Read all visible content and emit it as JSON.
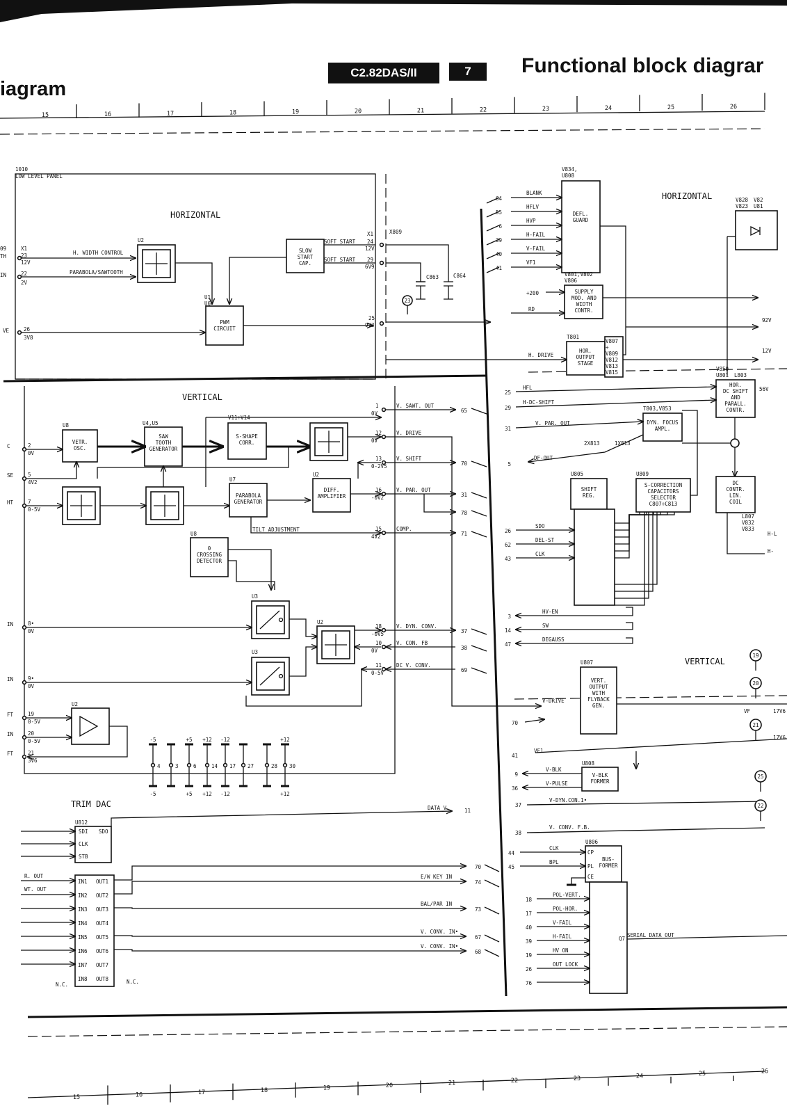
{
  "header": {
    "title_left": "iagram",
    "title_right": "Functional block diagrar",
    "model": "C2.82DAS/II",
    "page": "7"
  },
  "ruler_top": [
    "15",
    "16",
    "17",
    "18",
    "19",
    "20",
    "21",
    "22",
    "23",
    "24",
    "25",
    "26"
  ],
  "ruler_bottom": [
    "15",
    "16",
    "17",
    "18",
    "19",
    "20",
    "21",
    "22",
    "23",
    "24",
    "25",
    "26"
  ],
  "panel": {
    "number": "1010",
    "name": "LOW LEVEL PANEL"
  },
  "sections": {
    "horizontal": "HORIZONTAL",
    "vertical": "VERTICAL",
    "trim_dac": "TRIM DAC",
    "right_horizontal": "HORIZONTAL",
    "right_vertical": "VERTICAL"
  },
  "blocks": {
    "u2_h": "U2",
    "slow_start": [
      "SLOW",
      "START",
      "CAP."
    ],
    "u1u6": [
      "U1",
      "U6"
    ],
    "pwm": [
      "PWM",
      "CIRCUIT"
    ],
    "u8_top": "U8",
    "vetr_osc": [
      "VETR.",
      "OSC."
    ],
    "u4u5": "U4,U5",
    "saw_tooth": [
      "SAW",
      "TOOTH",
      "GENERATOR"
    ],
    "v11v14": "V11÷V14",
    "s_shape": [
      "S-SHAPE",
      "CORR."
    ],
    "u7": "U7",
    "parabola_gen": [
      "PARABOLA",
      "GENERATOR"
    ],
    "u2_diff": "U2",
    "diff_amp": [
      "DIFF.",
      "AMPLIFIER"
    ],
    "u8_zero": "U8",
    "zero_cross": [
      "0",
      "CROSSING",
      "DETECTOR"
    ],
    "u3a": "U3",
    "u3b": "U3",
    "u2_sum": "U2",
    "u2_buf": "U2",
    "u812": "U812",
    "defl_guard_ref": [
      "V834,",
      "U808"
    ],
    "defl_guard": [
      "DEFL.",
      "GUARD"
    ],
    "supply_ref": [
      "V801,V802",
      "V806"
    ],
    "supply": [
      "SUPPLY",
      "MOD. AND",
      "WIDTH",
      "CONTR."
    ],
    "t801": "T801",
    "hor_out": [
      "HOR.",
      "OUTPUT",
      "STAGE"
    ],
    "v807_list": [
      "V807",
      "÷",
      "V809",
      "V812",
      "V813",
      "V815"
    ],
    "hor_dc_ref": [
      "V850",
      "U801"
    ],
    "l803": "L803",
    "hor_dc": [
      "HOR.",
      "DC SHIFT",
      "AND",
      "PARALL.",
      "CONTR."
    ],
    "dyn_focus_ref": "T803,V853",
    "dyn_focus": [
      "DYN. FOCUS",
      "AMPL."
    ],
    "x813": [
      "2X813",
      "1X813"
    ],
    "u805": "U805",
    "shift_reg": [
      "SHIFT",
      "REG."
    ],
    "u809": "U809",
    "s_corr": [
      "S-CORRECTION",
      "CAPACITORS",
      "SELECTOR",
      "C807÷C813"
    ],
    "dc_contr": [
      "DC",
      "CONTR.",
      "LIN.",
      "COIL"
    ],
    "l807": [
      "L807",
      "V832",
      "V833"
    ],
    "u807": "U807",
    "vert_out": [
      "VERT.",
      "OUTPUT",
      "WITH",
      "FLYBACK",
      "GEN."
    ],
    "u808": "U808",
    "v_blk_former": [
      "V-BLK",
      "FORMER"
    ],
    "u806": "U806",
    "bus_former": [
      "BUS-",
      "FORMER"
    ],
    "v828": [
      "V828",
      "V823"
    ],
    "v82x": [
      "V82",
      "U81"
    ]
  },
  "horizontal_pins": {
    "x1": "X1",
    "x809": "X809",
    "left": [
      {
        "pin": "X1",
        "name": "09",
        "sub": "TH"
      },
      {
        "pin": "23",
        "name": "",
        "sub": "12V"
      },
      {
        "pin": "22",
        "name": "IN",
        "sub": "2V"
      },
      {
        "pin": "26",
        "name": "VE",
        "sub": "3V8"
      }
    ],
    "right": [
      {
        "pin": "24",
        "label": "SOFT START",
        "volt": "12V"
      },
      {
        "pin": "29",
        "label": "SOFT START",
        "volt": "6V9"
      },
      {
        "pin": "25",
        "label": "",
        "volt": "9V3"
      }
    ],
    "signals": [
      "H. WIDTH CONTROL",
      "PARABOLA/SAWTOOTH"
    ],
    "caps": [
      "C863",
      "C864"
    ],
    "marker": "23"
  },
  "vertical_right_pins": [
    {
      "pin": "1",
      "volt": "0V",
      "signal": "V. SAWT. OUT",
      "conn": "65"
    },
    {
      "pin": "12",
      "volt": "0V",
      "signal": "V. DRIVE",
      "conn": ""
    },
    {
      "pin": "13",
      "volt": "0-2V5",
      "signal": "V. SHIFT",
      "conn": "70"
    },
    {
      "pin": "16",
      "volt": "-0V2",
      "signal": "V. PAR. OUT",
      "conn": "31"
    },
    {
      "pin": "",
      "volt": "",
      "signal": "",
      "conn": "78"
    },
    {
      "pin": "15",
      "volt": "4V2",
      "signal": "COMP.",
      "conn": "71"
    },
    {
      "pin": "18",
      "volt": "-0V5",
      "signal": "V. DYN. CONV.",
      "conn": "37"
    },
    {
      "pin": "10",
      "volt": "0V",
      "signal": "V. CON. FB",
      "conn": "38"
    },
    {
      "pin": "11",
      "volt": "0-5V",
      "signal": "DC V. CONV.",
      "conn": "69"
    }
  ],
  "vertical_left_pins": [
    {
      "pin": "2",
      "name": "C",
      "volt": "0V"
    },
    {
      "pin": "5",
      "name": "SE",
      "volt": "4V2"
    },
    {
      "pin": "7",
      "name": "HT",
      "volt": "0-5V"
    },
    {
      "pin": "8•",
      "name": "IN",
      "volt": "0V"
    },
    {
      "pin": "9•",
      "name": "IN",
      "volt": "0V"
    },
    {
      "pin": "19",
      "name": "FT",
      "volt": "0-5V"
    },
    {
      "pin": "20",
      "name": "IN",
      "volt": "0-5V"
    },
    {
      "pin": "21",
      "name": "FT",
      "volt": "3V6"
    }
  ],
  "tilt": "TILT ADJUSTMENT",
  "supply_pins": [
    {
      "pin": "4",
      "top": "-5",
      "bottom": "-5"
    },
    {
      "pin": "3",
      "top": "",
      "bottom": ""
    },
    {
      "pin": "6",
      "top": "+5",
      "bottom": "+5"
    },
    {
      "pin": "14",
      "top": "+12",
      "bottom": "+12"
    },
    {
      "pin": "17",
      "top": "-12",
      "bottom": "-12"
    },
    {
      "pin": "27",
      "top": "",
      "bottom": ""
    },
    {
      "pin": "28",
      "top": "",
      "bottom": ""
    },
    {
      "pin": "30",
      "top": "+12",
      "bottom": "+12"
    }
  ],
  "trim_dac": {
    "left_pins": [
      "SDI",
      "CLK",
      "STB"
    ],
    "sdo": "SDO",
    "inputs": [
      "IN1",
      "IN2",
      "IN3",
      "IN4",
      "IN5",
      "IN6",
      "IN7",
      "IN8"
    ],
    "outputs": [
      "OUT1",
      "OUT2",
      "OUT3",
      "OUT4",
      "OUT5",
      "OUT6",
      "OUT7",
      "OUT8"
    ],
    "left_signals": [
      "R. OUT",
      "WT. OUT"
    ],
    "nc": "N.C.",
    "data": {
      "label": "DATA V.",
      "conn": "11"
    },
    "out_signals": [
      {
        "label": "",
        "conn": "70"
      },
      {
        "label": "E/W KEY IN",
        "conn": "74"
      },
      {
        "label": "BAL/PAR IN",
        "conn": "73"
      },
      {
        "label": "V. CONV. IN•",
        "conn": "67"
      },
      {
        "label": "V. CONV. IN•",
        "conn": "68"
      }
    ]
  },
  "right_guard_pins": [
    {
      "conn": "64",
      "signal": "BLANK"
    },
    {
      "conn": "55",
      "signal": "HFLV"
    },
    {
      "conn": "6",
      "signal": "HVP"
    },
    {
      "conn": "39",
      "signal": "H-FAIL"
    },
    {
      "conn": "40",
      "signal": "V-FAIL"
    },
    {
      "conn": "41",
      "signal": "VF1"
    }
  ],
  "right_misc": {
    "plus200": "+200",
    "rd": "RD",
    "h_drive": "H. DRIVE",
    "v92": "92V",
    "v12": "12V",
    "v56": "56V",
    "hfl": {
      "conn": "25",
      "signal": "HFL"
    },
    "hdc": {
      "conn": "29",
      "signal": "H-DC-SHIFT"
    },
    "vpar": {
      "conn": "31",
      "signal": "V. PAR. OUT"
    },
    "dfout": {
      "conn": "5",
      "signal": "DF-OUT"
    },
    "shift_in": [
      {
        "conn": "26",
        "signal": "SDO"
      },
      {
        "conn": "62",
        "signal": "DEL-ST"
      },
      {
        "conn": "43",
        "signal": "CLK"
      }
    ],
    "status": [
      {
        "conn": "3",
        "signal": "HV-EN"
      },
      {
        "conn": "14",
        "signal": "SW"
      },
      {
        "conn": "47",
        "signal": "DEGAUSS"
      }
    ],
    "vdrive": {
      "conn": "70",
      "signal": "V-DRIVE"
    },
    "vf1b": {
      "conn": "41",
      "signal": "VF1"
    },
    "vblk": [
      {
        "conn": "9",
        "signal": "V-BLK"
      },
      {
        "conn": "36",
        "signal": "V-PULSE"
      }
    ],
    "vdyn": {
      "conn": "37",
      "signal": "V-DYN.CON.1•"
    },
    "vconv": {
      "conn": "38",
      "signal": "V. CONV. F.B."
    },
    "bus_in": [
      {
        "conn": "44",
        "signal": "CLK",
        "pin": "CP"
      },
      {
        "conn": "45",
        "signal": "BPL",
        "pin": "PL"
      }
    ],
    "ce": "CE",
    "q7": "Q7",
    "bus_list": [
      {
        "conn": "18",
        "signal": "POL-VERT."
      },
      {
        "conn": "17",
        "signal": "POL-HOR."
      },
      {
        "conn": "40",
        "signal": "V-FAIL"
      },
      {
        "conn": "39",
        "signal": "H-FAIL"
      },
      {
        "conn": "19",
        "signal": "HV ON"
      },
      {
        "conn": "26",
        "signal": "OUT LOCK"
      },
      {
        "conn": "76",
        "signal": ""
      }
    ],
    "serial": "SERIAL DATA OUT",
    "vf": "VF",
    "v17a": "17V6",
    "v17b": "17V6",
    "h_l": "H-L",
    "h_dash": "H-",
    "markers": [
      "19",
      "20",
      "21",
      "25",
      "22"
    ]
  }
}
